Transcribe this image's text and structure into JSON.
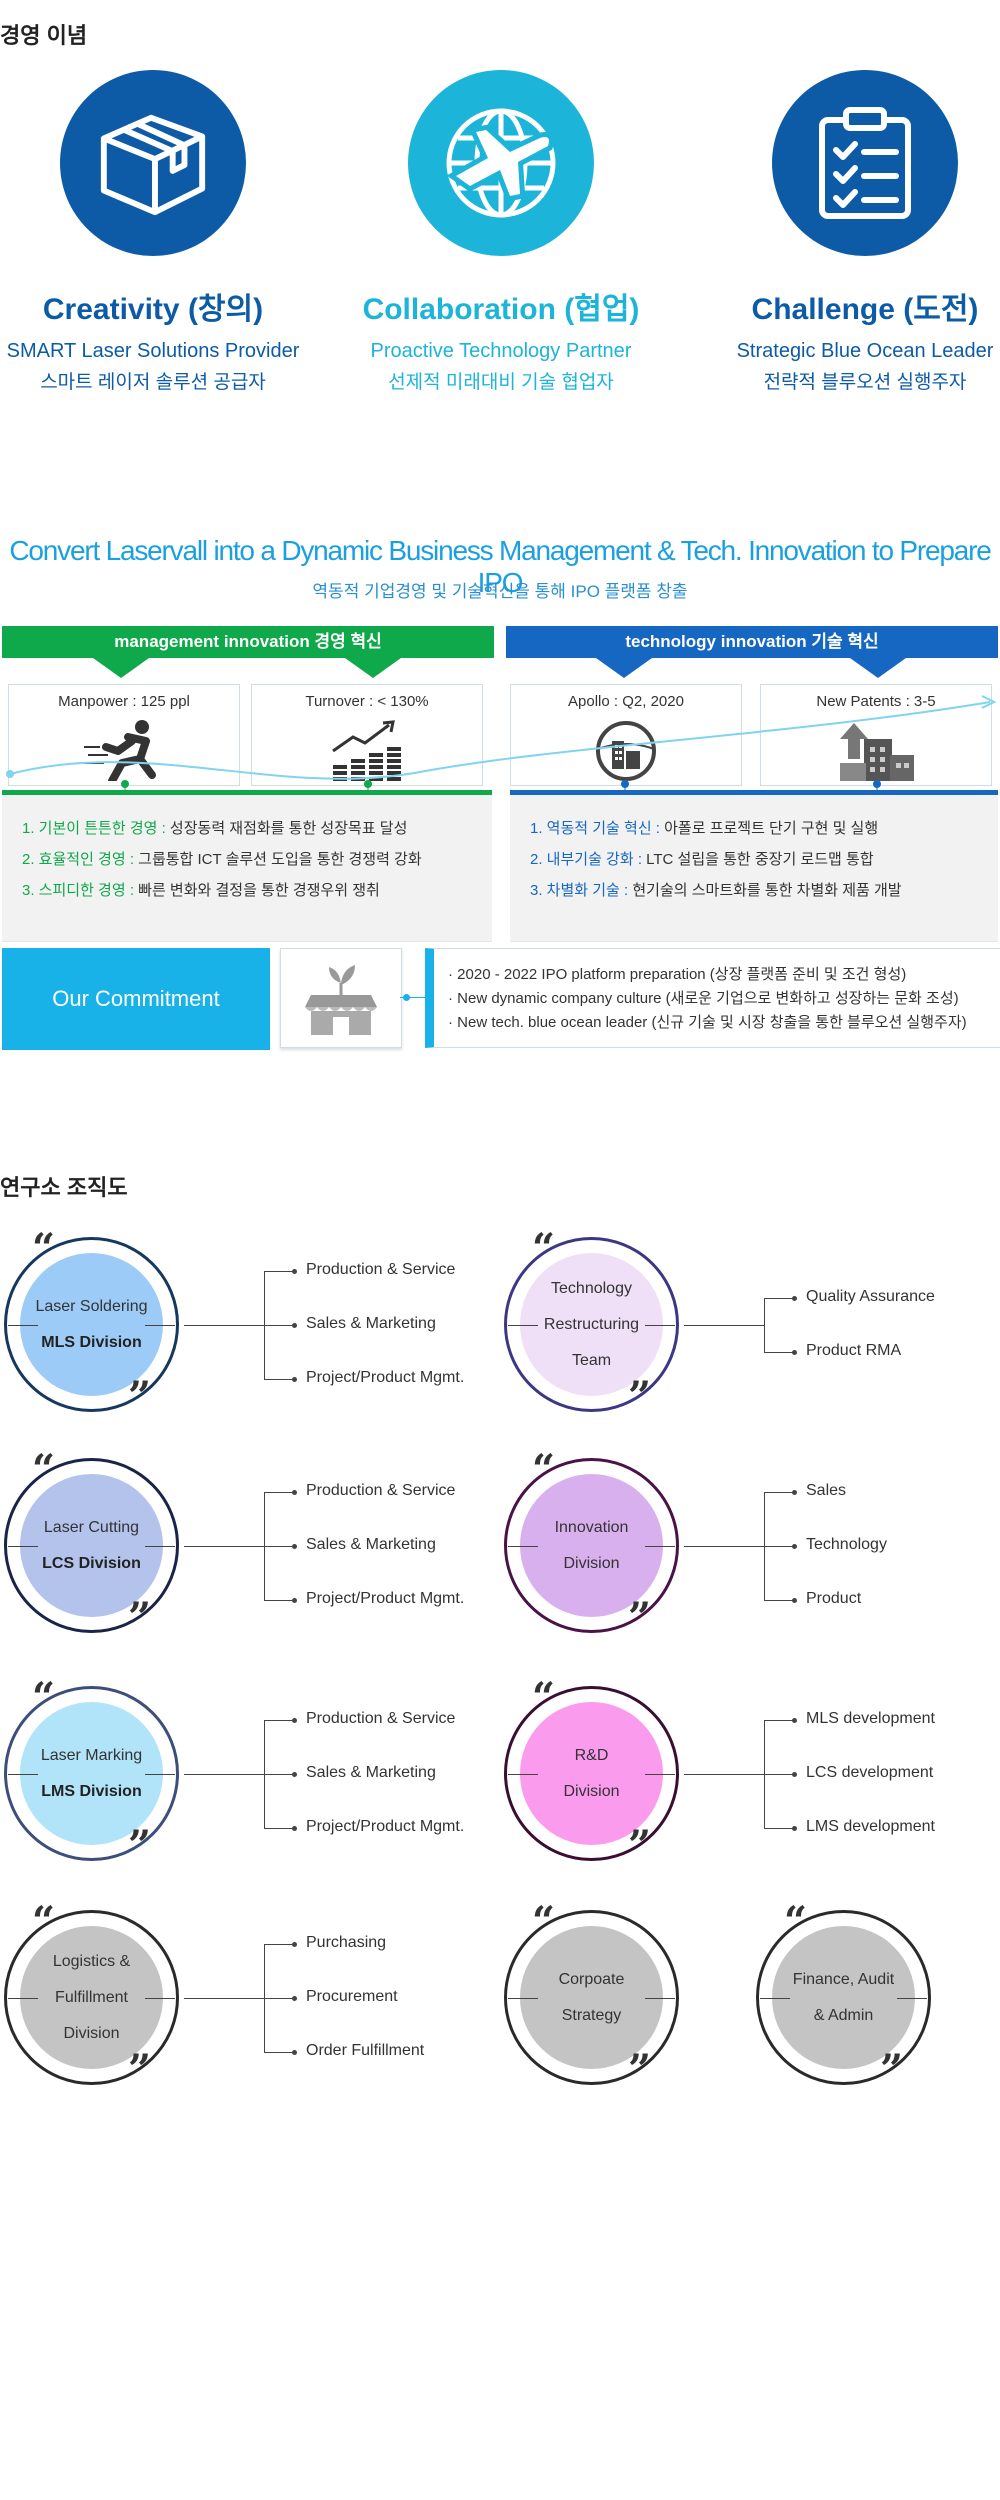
{
  "philosophy": {
    "title": "경영 이념",
    "items": [
      {
        "title": "Creativity (창의)",
        "en": "SMART Laser Solutions Provider",
        "ko": "스마트 레이저 솔루션 공급자",
        "color": "#0d5ba6",
        "icon": "box-icon"
      },
      {
        "title": "Collaboration (협업)",
        "en": "Proactive Technology Partner",
        "ko": "선제적 미래대비 기술 협업자",
        "color": "#1cb4d8",
        "icon": "globe-plane-icon"
      },
      {
        "title": "Challenge (도전)",
        "en": "Strategic Blue Ocean Leader",
        "ko": "전략적 블루오션 실행주자",
        "color": "#0d5ba6",
        "icon": "clipboard-checklist-icon"
      }
    ]
  },
  "convert": {
    "title": "Convert Laservall into a Dynamic Business Management & Tech. Innovation to Prepare IPO",
    "subtitle": "역동적 기업경영 및 기술혁신을 통해 IPO 플랫폼 창출",
    "management": {
      "label": "management innovation 경영 혁신",
      "color": "#0fa84a",
      "metrics": [
        "Manpower : 125 ppl",
        "Turnover : < 130%"
      ],
      "points": [
        {
          "key": "1. 기본이 튼튼한 경영 :",
          "text": " 성장동력 재점화를 통한 성장목표 달성"
        },
        {
          "key": "2. 효율적인 경영 :",
          "text": " 그룹통합 ICT 솔루션 도입을 통한 경쟁력 강화"
        },
        {
          "key": "3. 스피디한 경영 :",
          "text": " 빠른 변화와 결정을 통한 경쟁우위 쟁취"
        }
      ]
    },
    "technology": {
      "label": "technology innovation 기술 혁신",
      "color": "#1667c2",
      "metrics": [
        "Apollo : Q2, 2020",
        "New Patents : 3-5"
      ],
      "points": [
        {
          "key": "1. 역동적 기술 혁신 :",
          "text": " 아폴로 프로젝트 단기 구현 및 실행"
        },
        {
          "key": "2. 내부기술 강화 :",
          "text": " LTC 설립을 통한 중장기 로드맵 통합"
        },
        {
          "key": "3. 차별화 기술 :",
          "text": " 현기술의 스마트화를 통한 차별화 제품 개발"
        }
      ]
    },
    "commitment": {
      "label": "Our Commitment",
      "lines": [
        "· 2020 - 2022 IPO platform preparation (상장 플랫폼 준비 및 조건 형성)",
        "· New dynamic company culture (새로운 기업으로 변화하고 성장하는 문화 조성)",
        "· New tech. blue ocean leader (신규 기술 및 시장 창출을 통한 블루오션 실행주자)"
      ]
    }
  },
  "org": {
    "title": "연구소 조직도",
    "nodes": [
      {
        "l1": "Laser Soldering",
        "l2": "MLS Division",
        "color": "#9dcbf7",
        "ring": "#16385e",
        "children": [
          "Production & Service",
          "Sales & Marketing",
          "Project/Product Mgmt."
        ]
      },
      {
        "l1": "Technology",
        "l2": "Restructuring",
        "l3": "Team",
        "color": "#efe0f8",
        "ring": "#3c3785",
        "children": [
          "Quality Assurance",
          "Product RMA"
        ]
      },
      {
        "l1": "Laser Cutting",
        "l2": "LCS Division",
        "color": "#b3c3ec",
        "ring": "#1a2448",
        "children": [
          "Production & Service",
          "Sales & Marketing",
          "Project/Product Mgmt."
        ]
      },
      {
        "l1": "Innovation",
        "l2": "Division",
        "color": "#d8b0ee",
        "ring": "#4a1348",
        "children": [
          "Sales",
          "Technology",
          "Product"
        ]
      },
      {
        "l1": "Laser Marking",
        "l2": "LMS Division",
        "color": "#b1e3f9",
        "ring": "#3c4e7a",
        "children": [
          "Production & Service",
          "Sales & Marketing",
          "Project/Product Mgmt."
        ]
      },
      {
        "l1": "R&D",
        "l2": "Division",
        "color": "#fb9bee",
        "ring": "#3a0e33",
        "children": [
          "MLS development",
          "LCS development",
          "LMS development"
        ]
      },
      {
        "l1": "Logistics &",
        "l2": "Fulfillment",
        "l3": "Division",
        "color": "#c4c4c4",
        "ring": "#2a2a2a",
        "children": [
          "Purchasing",
          "Procurement",
          "Order Fulfillment"
        ]
      },
      {
        "l1": "Corpoate",
        "l2": "Strategy",
        "color": "#c4c4c4",
        "ring": "#2a2a2a",
        "children": []
      },
      {
        "l1": "Finance, Audit",
        "l2": "& Admin",
        "color": "#c4c4c4",
        "ring": "#2a2a2a",
        "children": []
      }
    ]
  }
}
